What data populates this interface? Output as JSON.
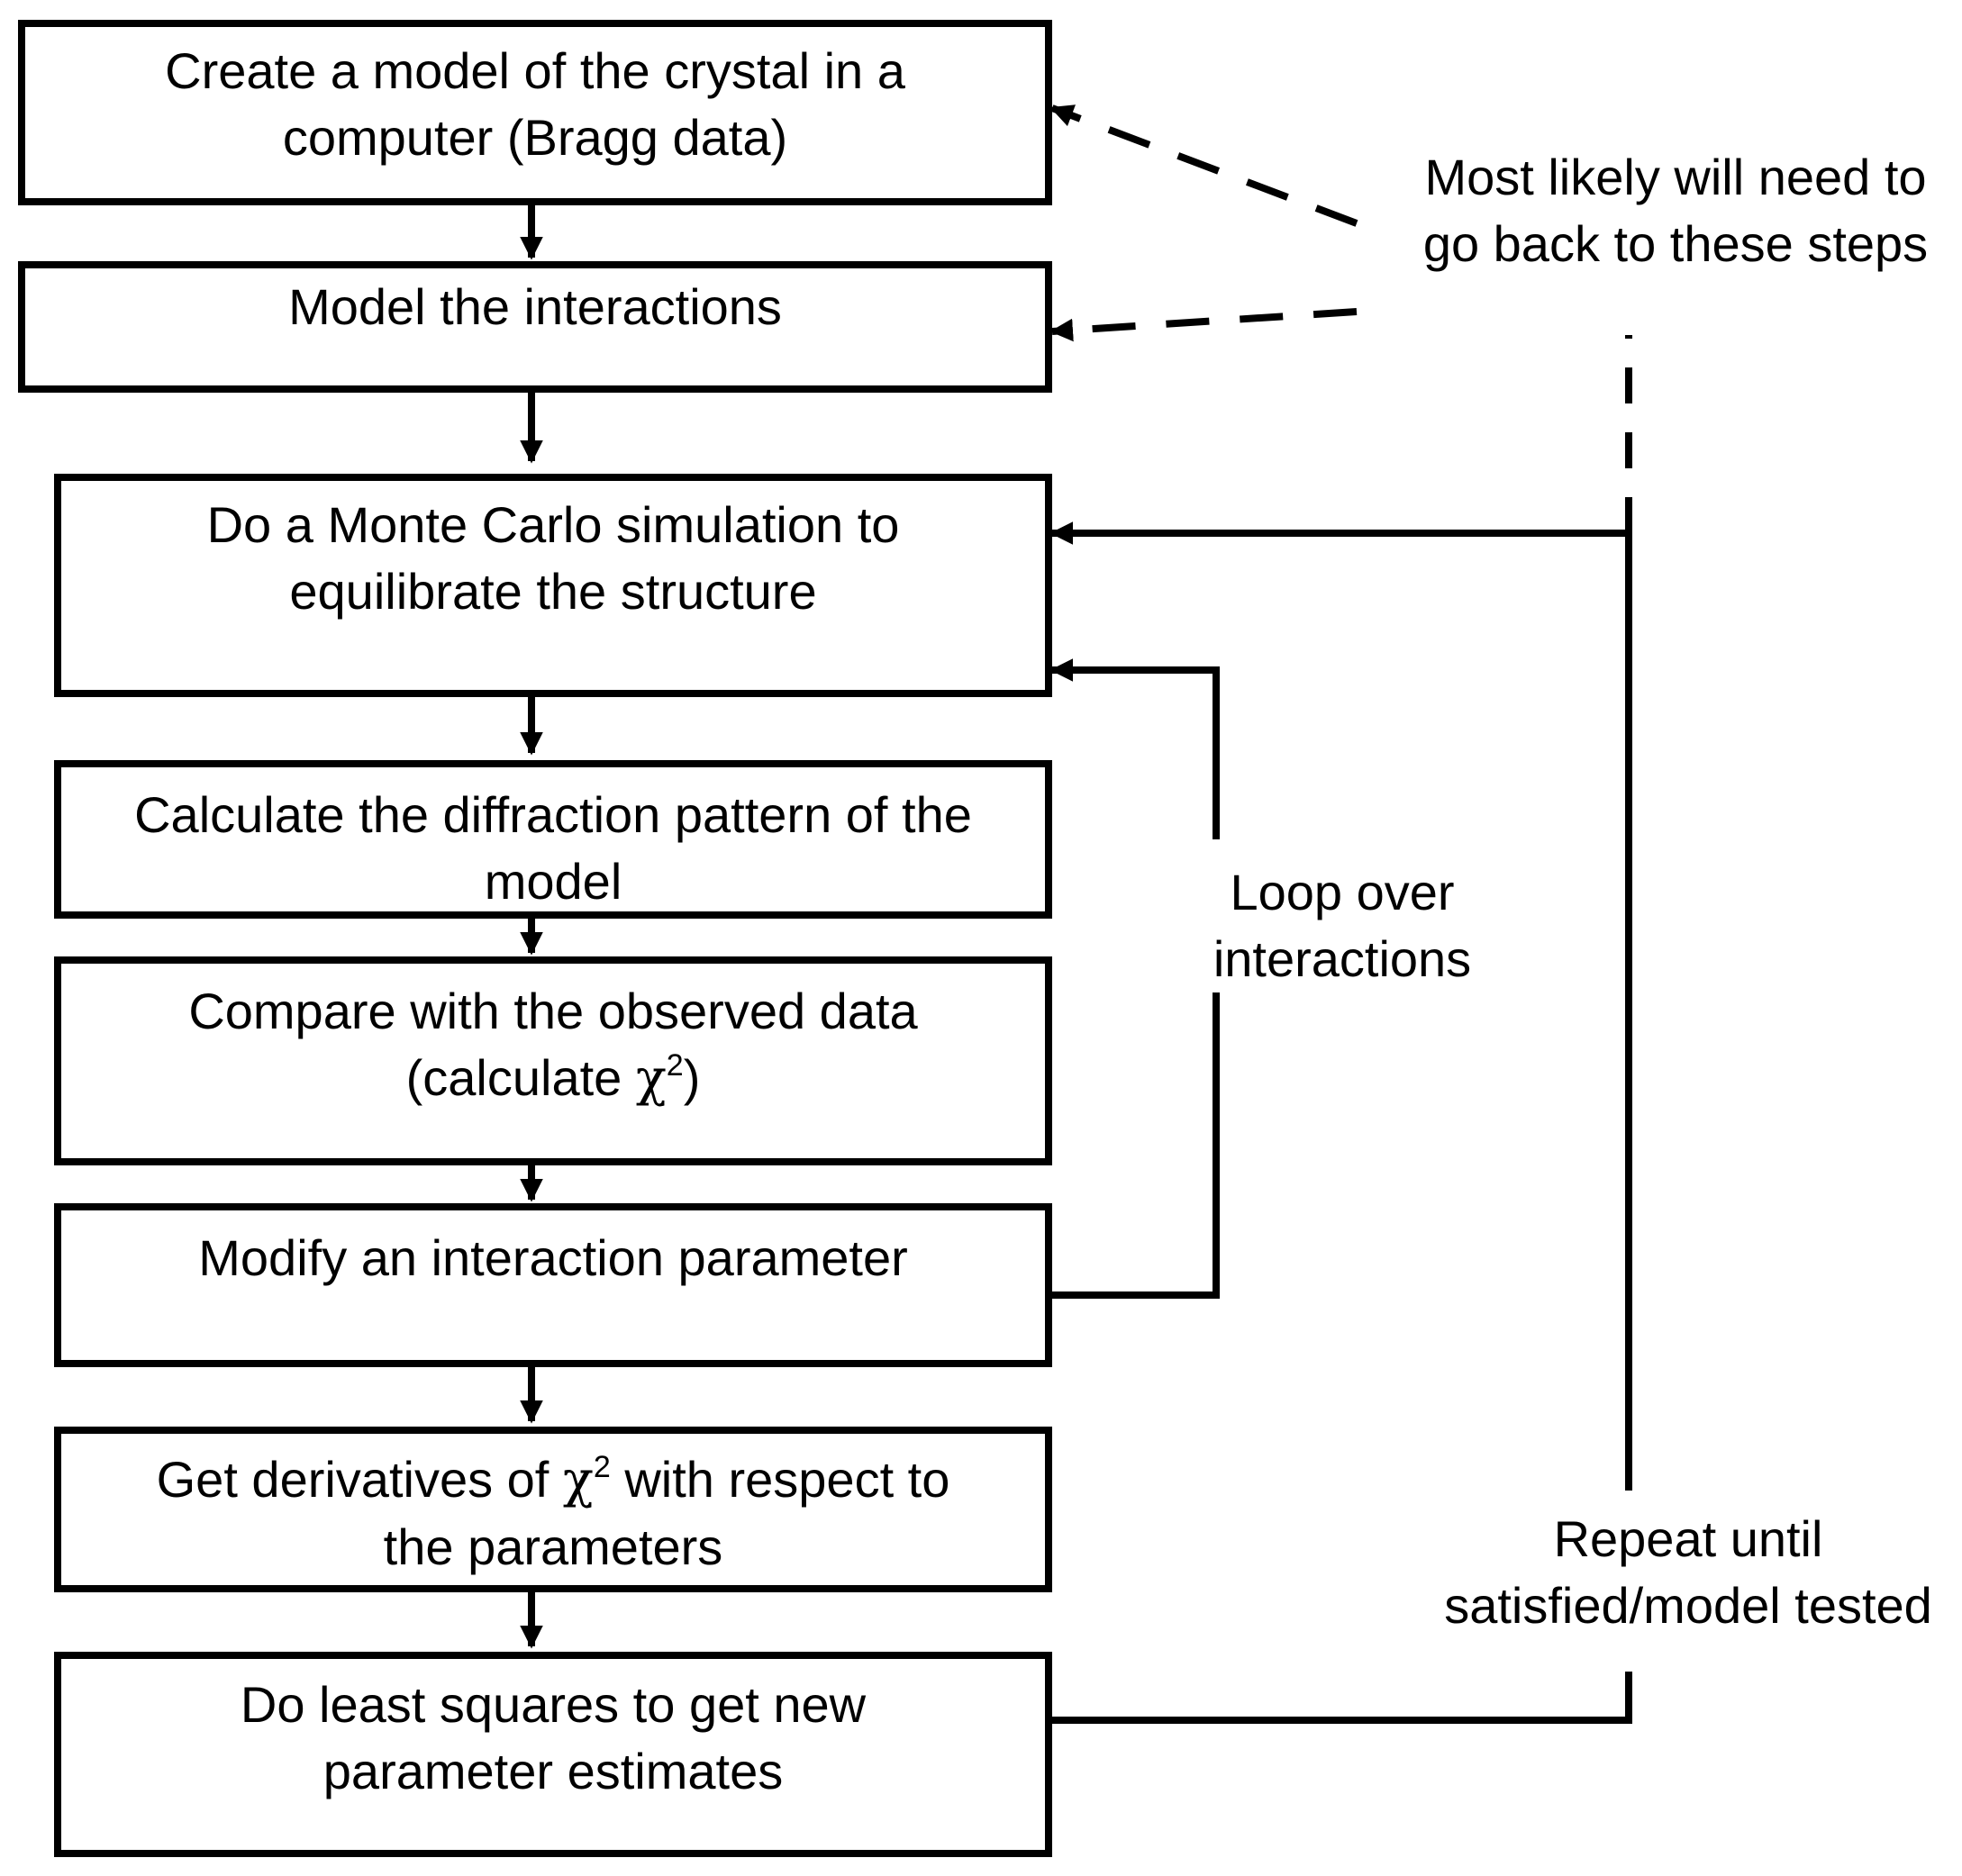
{
  "steps": [
    {
      "line1": "Create a model of the crystal in a",
      "line2": "computer (Bragg data)"
    },
    {
      "line1": "Model the interactions"
    },
    {
      "line1": "Do a Monte Carlo simulation to",
      "line2": "equilibrate the structure"
    },
    {
      "line1": "Calculate the diffraction pattern of the",
      "line2": "model"
    },
    {
      "line1": "Compare with the observed data",
      "line2_pre": "(calculate ",
      "chi": "χ",
      "sup": "2",
      "line2_post": ")"
    },
    {
      "line1": "Modify an interaction parameter"
    },
    {
      "line1_pre": "Get derivatives of ",
      "chi": "χ",
      "sup": "2",
      "line1_post": " with respect to",
      "line2": "the parameters"
    },
    {
      "line1": "Do least squares to get new",
      "line2": "parameter estimates"
    }
  ],
  "notes": {
    "go_back": {
      "line1": "Most likely will need to",
      "line2": "go back to these steps"
    },
    "loop": {
      "line1": "Loop over",
      "line2": "interactions"
    },
    "repeat": {
      "line1": "Repeat until",
      "line2": "satisfied/model tested"
    }
  }
}
